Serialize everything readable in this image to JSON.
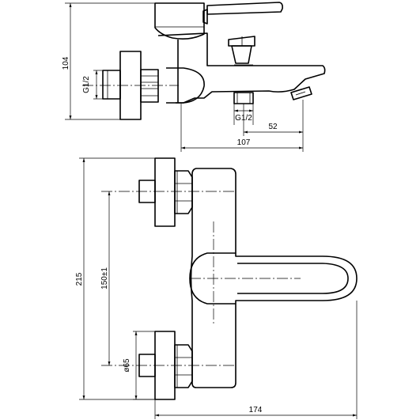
{
  "dimensions": {
    "side_height": "104",
    "inlet_thread": "G1/2",
    "outlet_thread": "G1/2",
    "spout_offset": "52",
    "side_depth": "107",
    "total_height": "215",
    "center_distance": "150±1",
    "flange_diameter": "ø65",
    "total_width": "174"
  }
}
